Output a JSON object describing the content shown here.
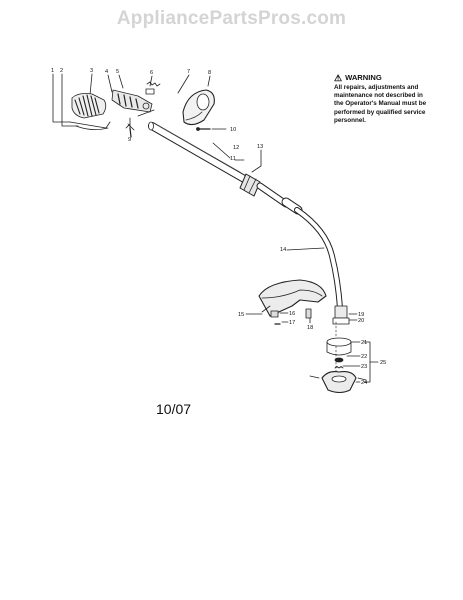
{
  "watermark": "AppliancePartsPros.com",
  "warning": {
    "title": "WARNING",
    "text": "All repairs, adjustments and maintenance not described in the Operator's Manual must be performed by qualified service personnel.",
    "icon": "warning-triangle-icon"
  },
  "date_code": "10/07",
  "callouts": [
    "1",
    "2",
    "3",
    "4",
    "5",
    "6",
    "7",
    "8",
    "9",
    "10",
    "11",
    "12",
    "13",
    "14",
    "15",
    "16",
    "17",
    "18",
    "19",
    "20",
    "21",
    "22",
    "23",
    "24",
    "25"
  ]
}
